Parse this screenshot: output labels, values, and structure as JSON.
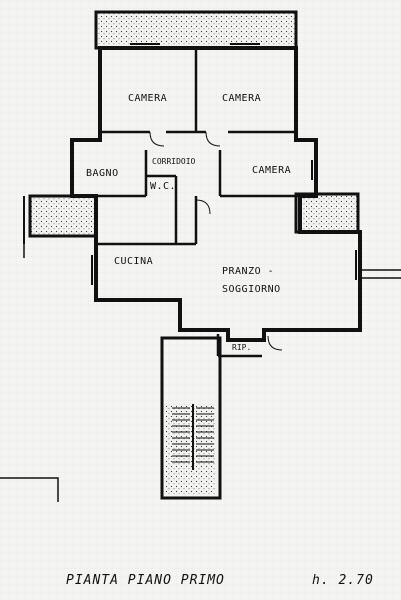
{
  "rooms": {
    "camera_left": "CAMERA",
    "camera_right": "CAMERA",
    "corridoio": "CORRIDOIO",
    "bagno": "BAGNO",
    "wc": "W.C.",
    "camera_east": "CAMERA",
    "cucina": "CUCINA",
    "pranzo": "PRANZO -",
    "soggiorno": "SOGGIORNO",
    "rip": "RIP."
  },
  "caption": {
    "title": "PIANTA  PIANO  PRIMO",
    "height": "h. 2.70"
  }
}
